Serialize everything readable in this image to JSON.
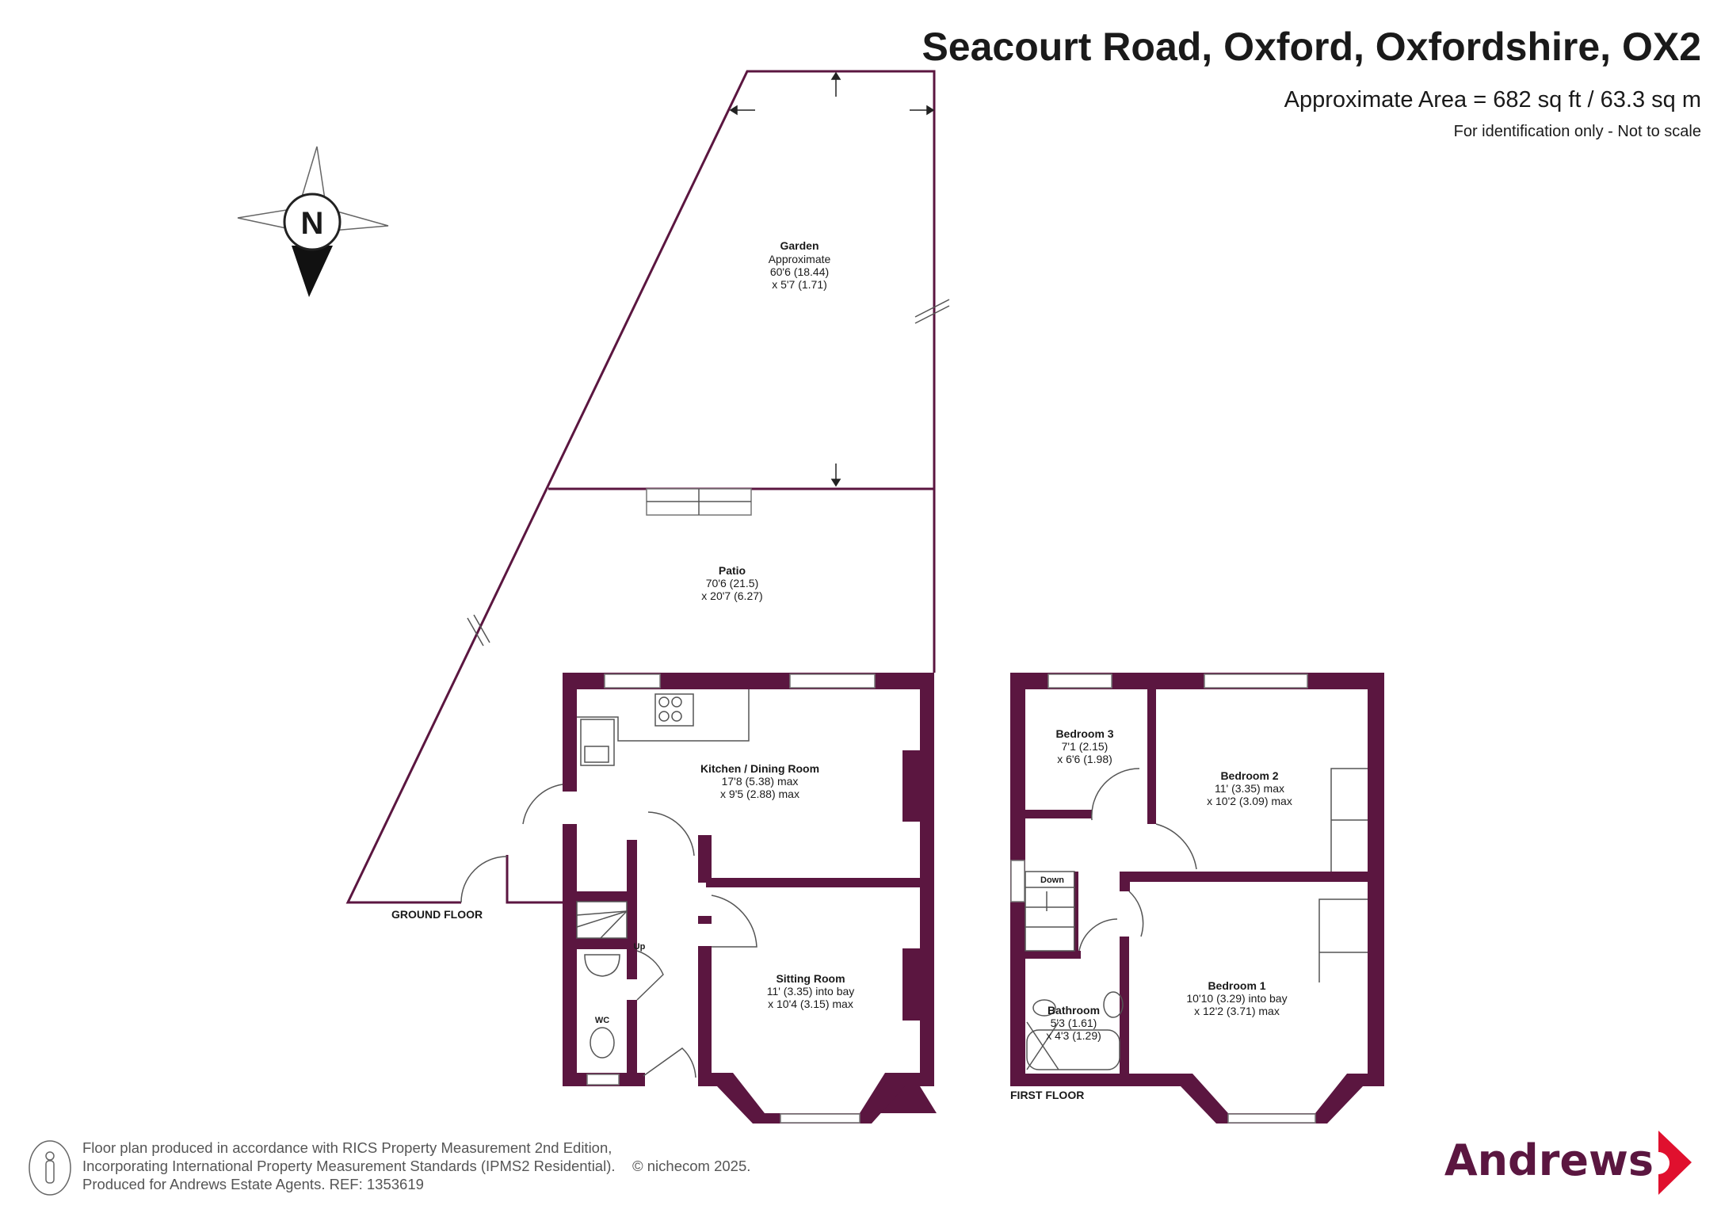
{
  "header": {
    "title": "Seacourt Road, Oxford, Oxfordshire, OX2",
    "area": "Approximate Area = 682 sq ft / 63.3 sq m",
    "note": "For identification only - Not to scale"
  },
  "compass": {
    "label": "N"
  },
  "colors": {
    "wall": "#5b1640",
    "logo_text": "#5b1640",
    "logo_chevron": "#e0102e"
  },
  "ground_floor": {
    "label": "GROUND FLOOR",
    "garden": {
      "name": "Garden",
      "lines": [
        "Approximate",
        "60'6 (18.44)",
        "x 5'7 (1.71)"
      ]
    },
    "patio": {
      "name": "Patio",
      "lines": [
        "70'6 (21.5)",
        "x 20'7 (6.27)"
      ]
    },
    "kitchen": {
      "name": "Kitchen / Dining Room",
      "lines": [
        "17'8 (5.38) max",
        "x 9'5 (2.88) max"
      ]
    },
    "sitting": {
      "name": "Sitting Room",
      "lines": [
        "11' (3.35) into bay",
        "x 10'4 (3.15) max"
      ]
    },
    "wc": "WC",
    "stairs": "Up"
  },
  "first_floor": {
    "label": "FIRST FLOOR",
    "bedroom3": {
      "name": "Bedroom 3",
      "lines": [
        "7'1 (2.15)",
        "x 6'6 (1.98)"
      ]
    },
    "bedroom2": {
      "name": "Bedroom 2",
      "lines": [
        "11' (3.35) max",
        "x 10'2 (3.09) max"
      ]
    },
    "bedroom1": {
      "name": "Bedroom 1",
      "lines": [
        "10'10 (3.29) into bay",
        "x 12'2 (3.71) max"
      ]
    },
    "bathroom": {
      "name": "Bathroom",
      "lines": [
        "5'3 (1.61)",
        "x 4'3 (1.29)"
      ]
    },
    "stairs": "Down"
  },
  "footer": {
    "lines": [
      "Floor plan produced in accordance with RICS Property Measurement 2nd Edition,",
      "Incorporating International Property Measurement Standards (IPMS2 Residential).",
      "Produced for Andrews Estate Agents.   REF: 1353619"
    ],
    "copyright": "© nichecom 2025."
  },
  "logo": {
    "text": "Andrews"
  }
}
